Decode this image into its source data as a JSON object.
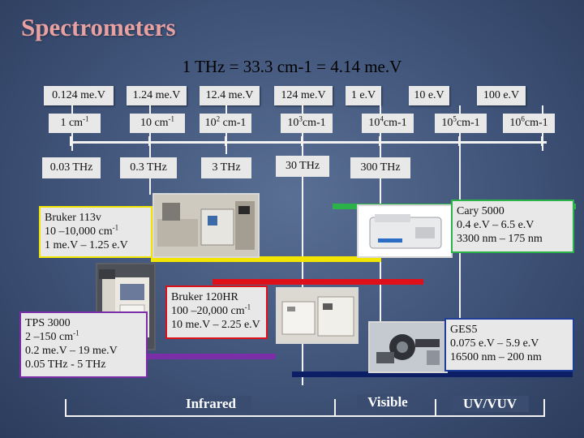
{
  "title": "Spectrometers",
  "subtitle": "1 THz = 33.3 cm-1 = 4.14 me.V",
  "energy_scale": [
    "0.124 me.V",
    "1.24 me.V",
    "12.4 me.V",
    "124 me.V",
    "1 e.V",
    "10 e.V",
    "100 e.V"
  ],
  "wavenumber_scale": [
    {
      "base": "1 cm",
      "exp": "-1",
      "tail": ""
    },
    {
      "base": "10 cm",
      "exp": "-1",
      "tail": ""
    },
    {
      "base": "10",
      "exp": "2",
      "tail": " cm-1"
    },
    {
      "base": "10",
      "exp": "3",
      "tail": "cm-1"
    },
    {
      "base": "10",
      "exp": "4",
      "tail": "cm-1"
    },
    {
      "base": "10",
      "exp": "5",
      "tail": "cm-1"
    },
    {
      "base": "10",
      "exp": "6",
      "tail": "cm-1"
    }
  ],
  "thz_scale": [
    "0.03 THz",
    "0.3 THz",
    "3 THz",
    "30 THz",
    "300 THz"
  ],
  "colors": {
    "yellow": "#f2e600",
    "green": "#2bb34a",
    "red": "#e0101a",
    "purple": "#7a2fa8",
    "navy": "#0c1f66",
    "blue_border": "#1f3e9a",
    "title": "#e8a0a0"
  },
  "instruments": {
    "bruker113": {
      "name": "Bruker 113v",
      "range": "10 –10,000 cm",
      "range_exp": "-1",
      "energy": "1 me.V – 1.25 e.V"
    },
    "tps3000": {
      "name": "TPS 3000",
      "range": "2 –150 cm",
      "range_exp": "-1",
      "energy": "0.2 me.V – 19 me.V",
      "thz": "0.05 THz - 5 THz"
    },
    "bruker120": {
      "name": "Bruker 120HR",
      "range": "100 –20,000 cm",
      "range_exp": "-1",
      "energy": "10 me.V – 2.25 e.V"
    },
    "cary5000": {
      "name": "Cary 5000",
      "energy": "0.4 e.V – 6.5 e.V",
      "nm": "3300 nm – 175 nm"
    },
    "ges5": {
      "name": "GES5",
      "energy": "0.075 e.V – 5.9 e.V",
      "nm": "16500 nm – 200 nm"
    }
  },
  "regions": {
    "infrared": "Infrared",
    "visible": "Visible",
    "uv": "UV/VUV"
  }
}
